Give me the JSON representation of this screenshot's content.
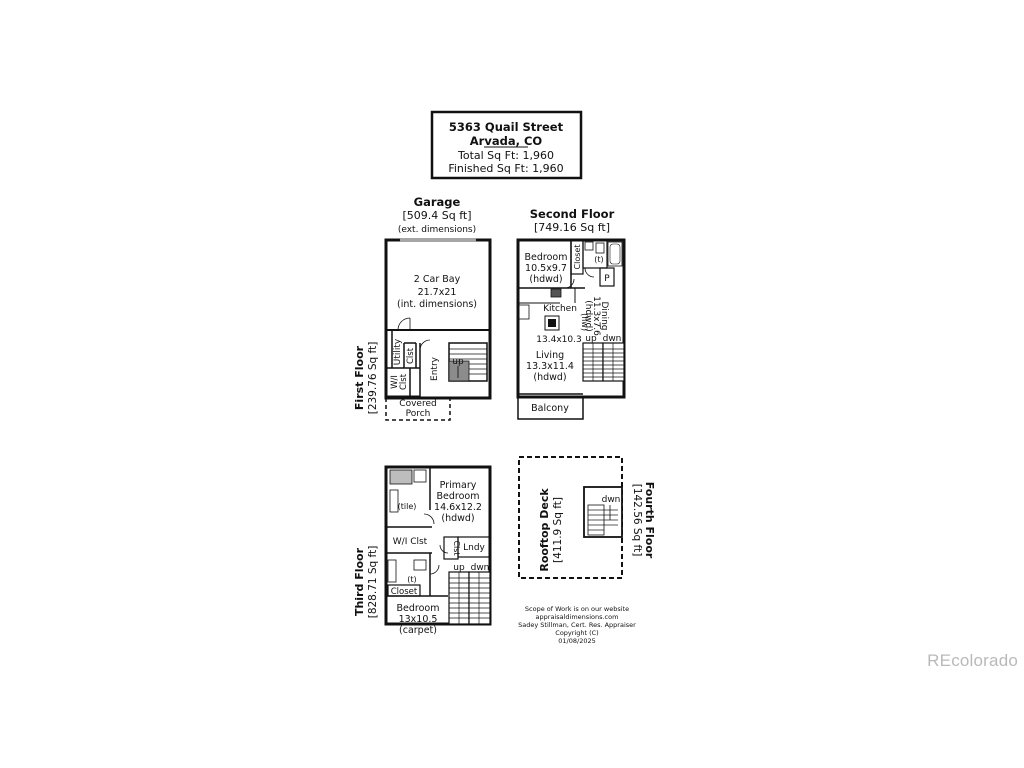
{
  "header": {
    "address": "5363 Quail Street",
    "city": "Arvada, CO",
    "total_sqft": "Total Sq Ft: 1,960",
    "finished_sqft": "Finished Sq Ft: 1,960"
  },
  "garage": {
    "title": "Garage",
    "area": "[509.4 Sq ft]",
    "note": "(ext. dimensions)",
    "bay_name": "2 Car Bay",
    "bay_dims": "21.7x21",
    "bay_note": "(int. dimensions)"
  },
  "first_floor": {
    "title": "First Floor",
    "area": "[239.76 Sq ft]",
    "utility": "Utility",
    "clst": "Clst",
    "wi_clst_1": "W/I",
    "wi_clst_2": "Clst",
    "entry": "Entry",
    "stair_up": "up",
    "porch_1": "Covered",
    "porch_2": "Porch"
  },
  "second_floor": {
    "title": "Second Floor",
    "area": "[749.16 Sq ft]",
    "bedroom_name": "Bedroom",
    "bedroom_dims": "10.5x9.7",
    "bedroom_floor": "(hdwd)",
    "closet": "Closet",
    "toilet": "(t)",
    "pantry": "P",
    "dining_name": "Dining",
    "dining_dims": "11.3x7.6",
    "dining_floor": "(hdwd)",
    "kitchen_name": "Kitchen",
    "kitchen_floor": "(hw)",
    "kitchen_dims": "13.4x10.3",
    "living_name": "Living",
    "living_dims": "13.3x11.4",
    "living_floor": "(hdwd)",
    "stair_up": "up",
    "stair_dwn": "dwn",
    "balcony": "Balcony"
  },
  "third_floor": {
    "title": "Third Floor",
    "area": "[828.71 Sq ft]",
    "primary_1": "Primary",
    "primary_2": "Bedroom",
    "primary_dims": "14.6x12.2",
    "primary_floor": "(hdwd)",
    "tile": "(tile)",
    "wi_clst": "W/I Clst",
    "clst": "Clst",
    "lndy": "Lndy",
    "toilet": "(t)",
    "closet": "Closet",
    "stair_up": "up",
    "stair_dwn": "dwn",
    "bedroom_name": "Bedroom",
    "bedroom_dims": "13x10.5",
    "bedroom_floor": "(carpet)"
  },
  "fourth_floor": {
    "title": "Fourth Floor",
    "area": "[142.56 Sq ft]",
    "deck_name": "Rooftop Deck",
    "deck_area": "[411.9 Sq ft]",
    "stair_dwn": "dwn"
  },
  "footer": {
    "line1": "Scope of Work is on our website",
    "line2": "appraisaldimensions.com",
    "line3": "Sadey Stillman, Cert. Res. Appraiser",
    "line4": "Copyright (C)",
    "line5": "01/08/2025"
  },
  "watermark": "REcolorado",
  "colors": {
    "wall": "#111111",
    "stair_fill": "#bdbdbd",
    "watermark": "#b9b9b9"
  }
}
